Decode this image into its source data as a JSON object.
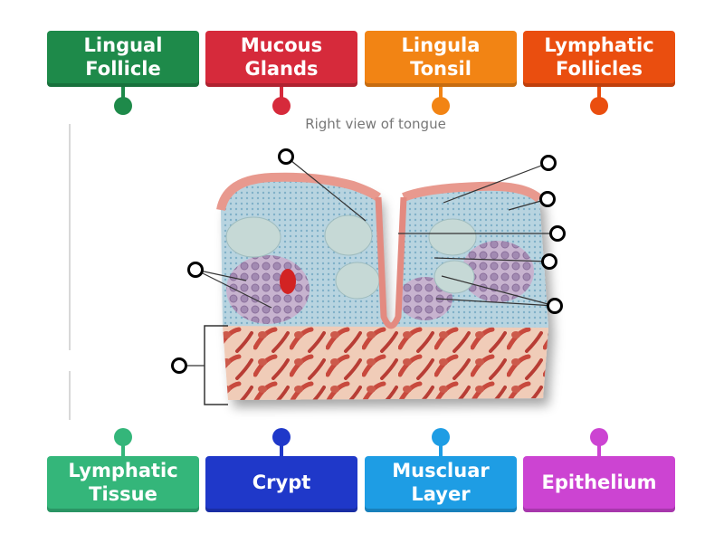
{
  "diagram": {
    "caption": "Right view of tongue"
  },
  "tiles_top": [
    {
      "label": "Lingual Follicle",
      "color": "#1e8a4a"
    },
    {
      "label": "Mucous Glands",
      "color": "#d62a3b"
    },
    {
      "label": "Lingula Tonsil",
      "color": "#f28414"
    },
    {
      "label": "Lymphatic Follicles",
      "color": "#ea4e0f"
    }
  ],
  "tiles_bottom": [
    {
      "label": "Lymphatic Tissue",
      "color": "#34b67a"
    },
    {
      "label": "Crypt",
      "color": "#1f38c9"
    },
    {
      "label": "Muscluar Layer",
      "color": "#1e9de4"
    },
    {
      "label": "Epithelium",
      "color": "#cc44d2"
    }
  ]
}
